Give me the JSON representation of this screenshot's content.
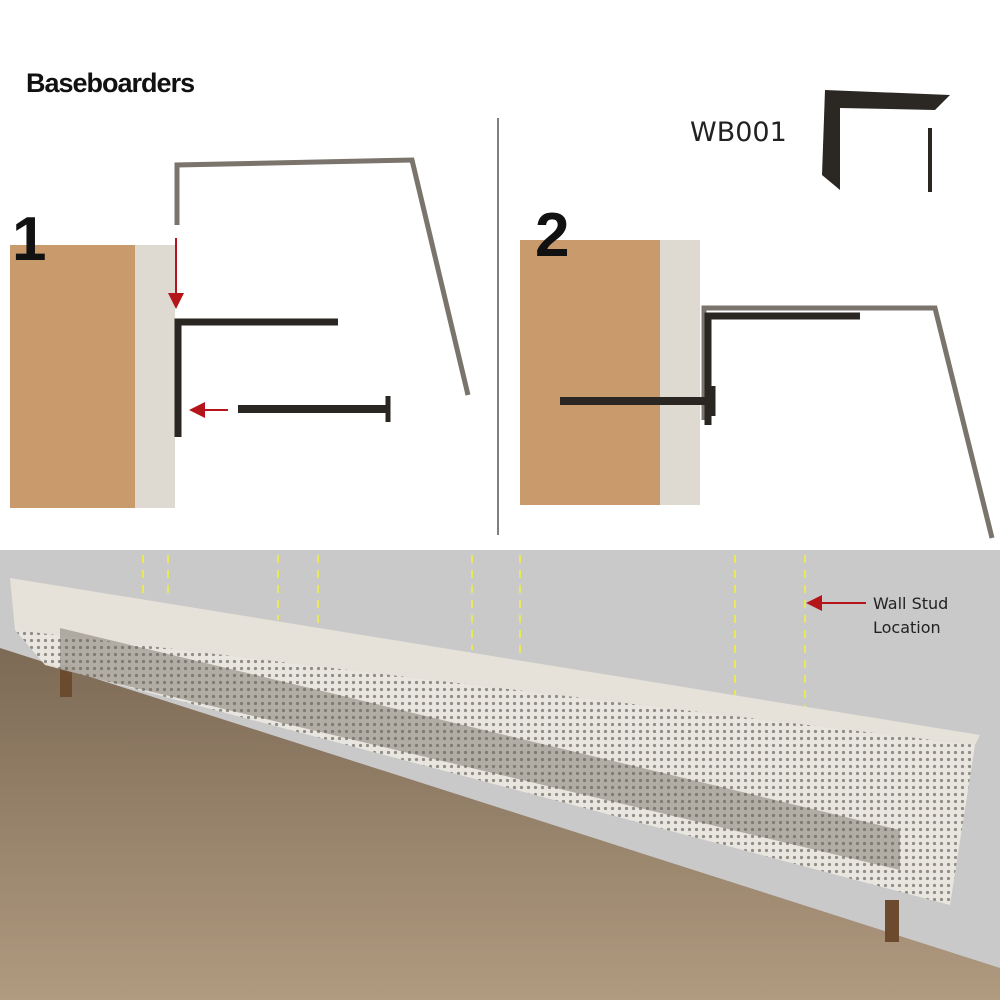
{
  "logo": {
    "text": "Baseboarders"
  },
  "product": {
    "model": "WB001"
  },
  "steps": [
    {
      "number": "1"
    },
    {
      "number": "2"
    }
  ],
  "annotation": {
    "line1": "Wall Stud",
    "line2": "Location"
  },
  "colors": {
    "arrow": "#b3151b",
    "stud_line": "#e8e85a",
    "wall": "#c9c9c9",
    "floor": "#8d7963",
    "wood": "#c99a6c",
    "drywall": "#dedad2",
    "bracket": "#2a2622"
  }
}
